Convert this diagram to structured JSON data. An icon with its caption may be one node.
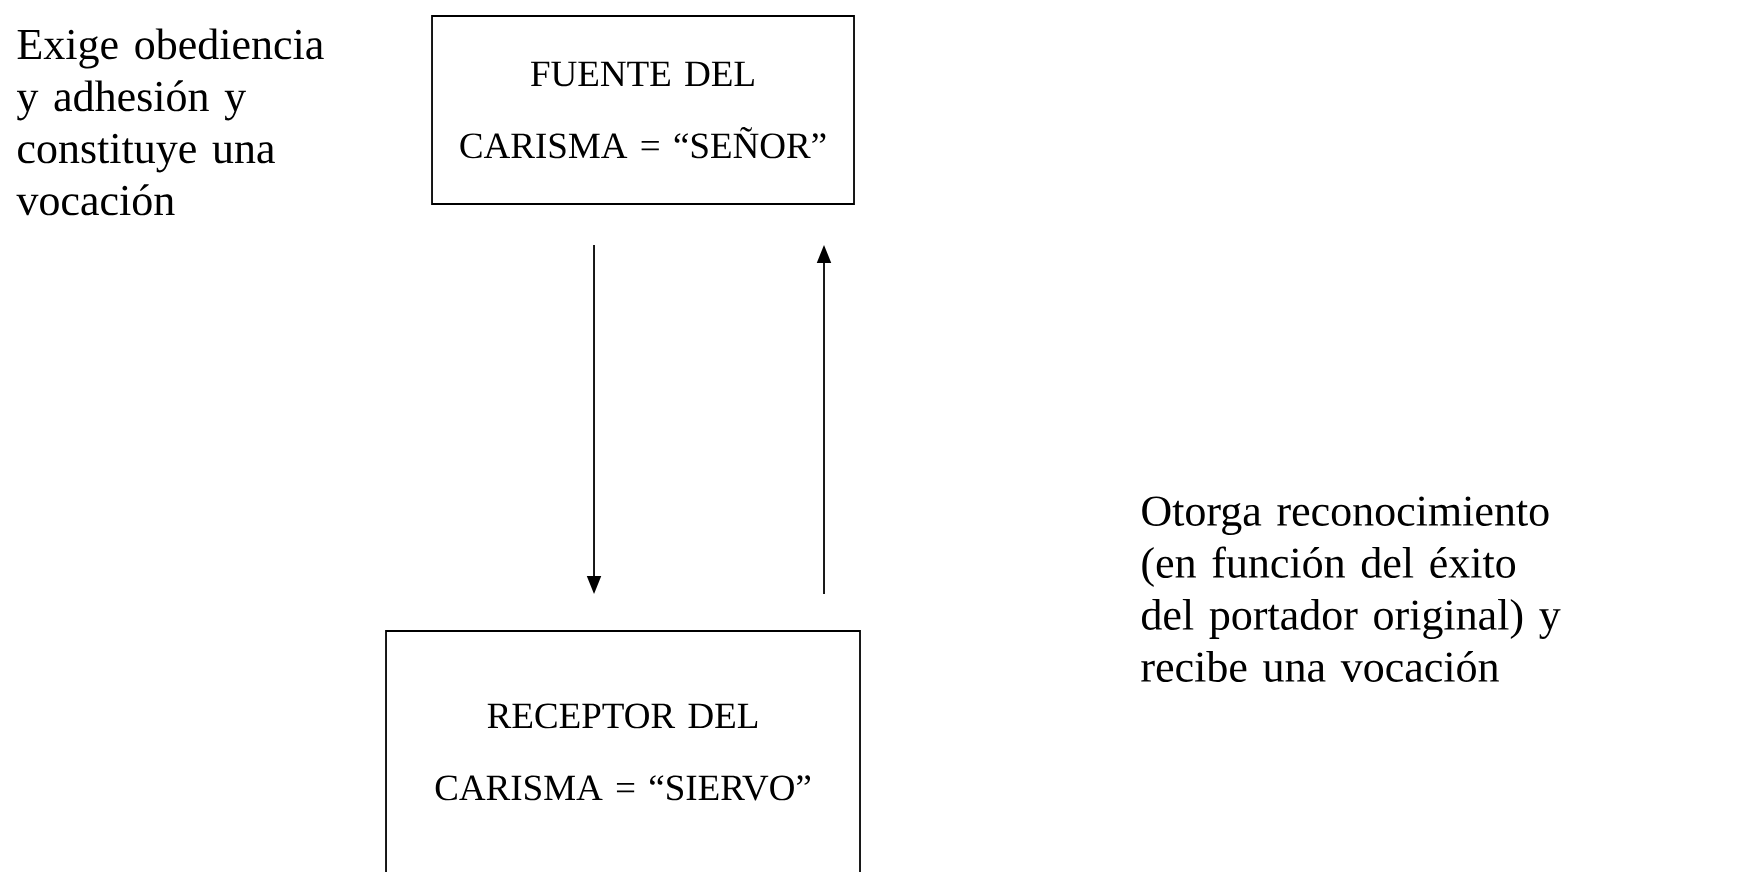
{
  "diagram": {
    "nodes": [
      {
        "text": [
          "FUENTE DEL CARISMA = “SEÑOR”"
        ]
      },
      {
        "text": [
          "RECEPTOR DEL CARISMA = “SIERVO”"
        ]
      }
    ],
    "edges": [
      {
        "from": 0,
        "to": 1,
        "arrow": "to"
      },
      {
        "from": 1,
        "to": 0,
        "arrow": "to"
      }
    ],
    "labels": [
      "Exige obediencia y adhesión y constituye una vocación",
      "Otorga reconocimiento (en función del éxito del portador original) y recibe una vocación"
    ]
  }
}
